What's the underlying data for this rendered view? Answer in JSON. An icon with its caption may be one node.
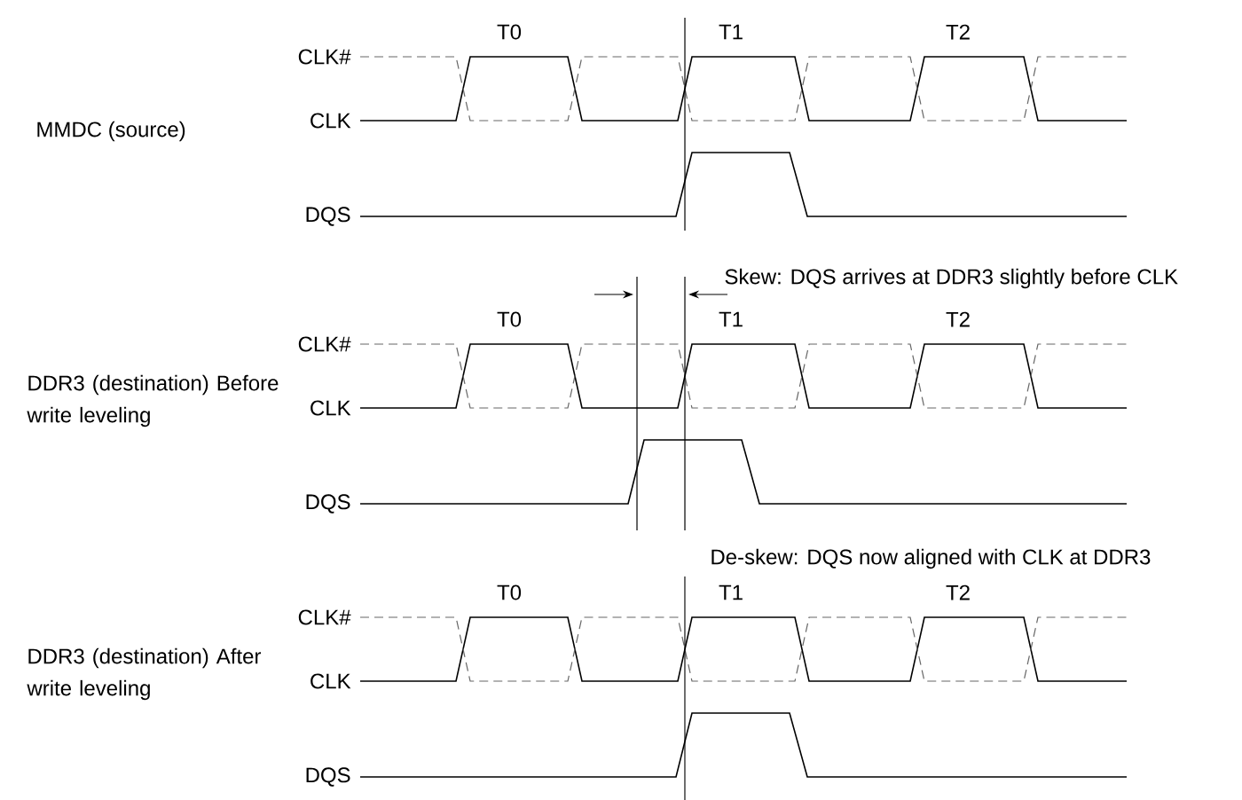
{
  "diagram": {
    "labels": [
      "T0",
      "T1",
      "T2",
      "CLK#",
      "MMDC (source)",
      "CLK",
      "DQS",
      "Skew: DQS arrives at DDR3 slightly before CLK",
      "T0",
      "T1",
      "T2",
      "CLK#",
      "DDR3 (destination) Before write leveling",
      "CLK",
      "DQS",
      "De-skew: DQS now aligned with CLK at DDR3",
      "T0",
      "T1",
      "T2",
      "CLK#",
      "DDR3 (destination) After write leveling",
      "CLK",
      "DQS"
    ]
  }
}
